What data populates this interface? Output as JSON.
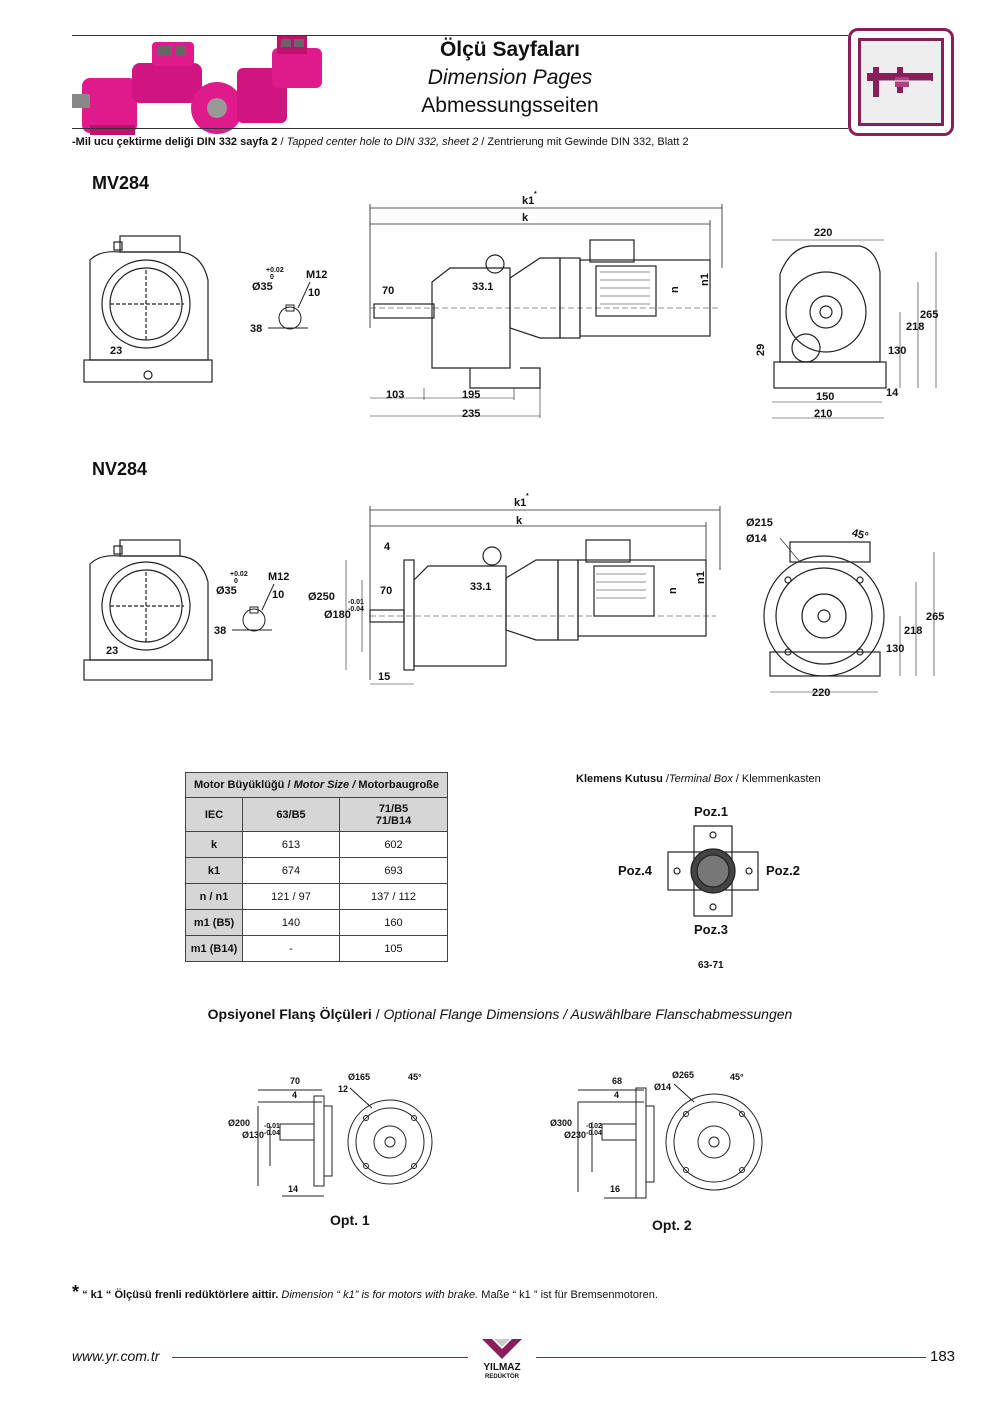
{
  "header": {
    "title_tr": "Ölçü Sayfaları",
    "title_en": "Dimension Pages",
    "title_de": "Abmessungsseiten",
    "logo_icon": "caliper-icon",
    "accent_color": "#8a1e5a",
    "product_color": "#e0198c"
  },
  "note": {
    "tr": "-Mil ucu çektirme deliği DIN 332 sayfa 2",
    "en": "Tapped center hole to DIN 332, sheet 2",
    "de": "Zentrierung mit Gewinde DIN 332, Blatt 2",
    "sep": "/"
  },
  "mv284": {
    "model": "MV284",
    "dims": {
      "d35": "Ø35",
      "tol_up": "+0.02",
      "tol_lo": "0",
      "m12": "M12",
      "ten": "10",
      "k38": "38",
      "k23": "23",
      "k1": "k1",
      "star": "*",
      "k": "k",
      "n": "n",
      "n1": "n1",
      "k70": "70",
      "k331": "33.1",
      "k103": "103",
      "k195": "195",
      "k235": "235",
      "k220": "220",
      "k265": "265",
      "k218": "218",
      "k130": "130",
      "k29": "29",
      "k150": "150",
      "k14": "14",
      "k210": "210"
    }
  },
  "nv284": {
    "model": "NV284",
    "dims": {
      "d35": "Ø35",
      "tol_up": "+0.02",
      "tol_lo": "0",
      "m12": "M12",
      "ten": "10",
      "k38": "38",
      "k23": "23",
      "k1": "k1",
      "star": "*",
      "k": "k",
      "n": "n",
      "n1": "n1",
      "k4": "4",
      "k70": "70",
      "k331": "33.1",
      "d250": "Ø250",
      "d180": "Ø180",
      "tol1": "-0.01",
      "tol2": "-0.04",
      "k15": "15",
      "d215": "Ø215",
      "d14": "Ø14",
      "a45": "45°",
      "k265": "265",
      "k218": "218",
      "k130": "130",
      "k220": "220"
    }
  },
  "motor_table": {
    "caption_tr": "Motor Büyüklüğü /",
    "caption_en": "Motor Size /",
    "caption_de": "Motorbaugroße",
    "header": {
      "label": "IEC",
      "col1": "63/B5",
      "col2a": "71/B5",
      "col2b": "71/B14"
    },
    "rows": [
      {
        "label": "k",
        "v1": "613",
        "v2": "602"
      },
      {
        "label": "k1",
        "v1": "674",
        "v2": "693"
      },
      {
        "label": "n / n1",
        "v1": "121 / 97",
        "v2": "137 / 112"
      },
      {
        "label": "m1 (B5)",
        "v1": "140",
        "v2": "160"
      },
      {
        "label": "m1 (B14)",
        "v1": "-",
        "v2": "105"
      }
    ]
  },
  "terminal_box": {
    "title_tr": "Klemens Kutusu",
    "title_en": "Terminal Box",
    "title_de": "Klemmenkasten",
    "pos1": "Poz.1",
    "pos2": "Poz.2",
    "pos3": "Poz.3",
    "pos4": "Poz.4",
    "size": "63-71"
  },
  "optional_flange": {
    "title_tr": "Opsiyonel Flanş Ölçüleri",
    "title_en": "Optional Flange Dimensions / Auswählbare Flanschabmessungen",
    "opt1": {
      "label": "Opt. 1",
      "k70": "70",
      "k4": "4",
      "d200": "Ø200",
      "d130": "Ø130",
      "tol1": "-0.01",
      "tol2": "-0.04",
      "k14": "14",
      "d165": "Ø165",
      "k12": "12",
      "a45": "45°"
    },
    "opt2": {
      "label": "Opt. 2",
      "k68": "68",
      "k4": "4",
      "d300": "Ø300",
      "d230": "Ø230",
      "tol1": "-0.02",
      "tol2": "-0.04",
      "k16": "16",
      "d265": "Ø265",
      "d14": "Ø14",
      "a45": "45°"
    }
  },
  "footnote": {
    "star": "*",
    "tr": "“ k1 “ Ölçüsü frenli redüktörlere aittir.",
    "en": "Dimension “ k1” is for motors with brake.",
    "de": "Maße “ k1 ” ist für Bremsenmotoren."
  },
  "footer": {
    "url": "www.yr.com.tr",
    "brand": "YILMAZ",
    "brand_sub": "REDÜKTÖR",
    "page": "183"
  }
}
